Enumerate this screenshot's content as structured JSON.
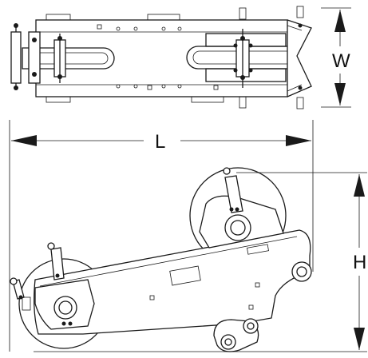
{
  "dimensions": {
    "width_label": "W",
    "length_label": "L",
    "height_label": "H"
  },
  "colors": {
    "line": "#1a1a1a",
    "background": "#ffffff"
  }
}
